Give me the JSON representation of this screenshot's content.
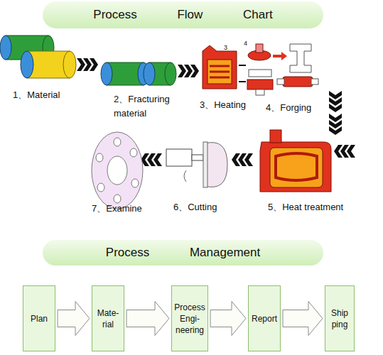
{
  "diagram": {
    "nodes": [
      {
        "text": [
          "Process Flow Chart"
        ]
      },
      {
        "text": [
          "Process Management"
        ]
      },
      {
        "text": [
          "Plan"
        ]
      },
      {
        "text": [
          "Mate- rial"
        ]
      },
      {
        "text": [
          "Process Engi- neering"
        ]
      },
      {
        "text": [
          "Report"
        ]
      },
      {
        "text": [
          "Ship ping"
        ]
      }
    ],
    "edges": [
      {
        "from": 2,
        "to": 3,
        "arrow": "to"
      },
      {
        "from": 3,
        "to": 4,
        "arrow": "to"
      },
      {
        "from": 4,
        "to": 5,
        "arrow": "to"
      },
      {
        "from": 5,
        "to": 6,
        "arrow": "to"
      }
    ],
    "labels": [
      "1、Material",
      "2、Fracturing material",
      "3、Heating",
      "3",
      "4",
      "4、Forging",
      "5、Heat treatment",
      "6、Cutting",
      "7、Examine"
    ]
  }
}
